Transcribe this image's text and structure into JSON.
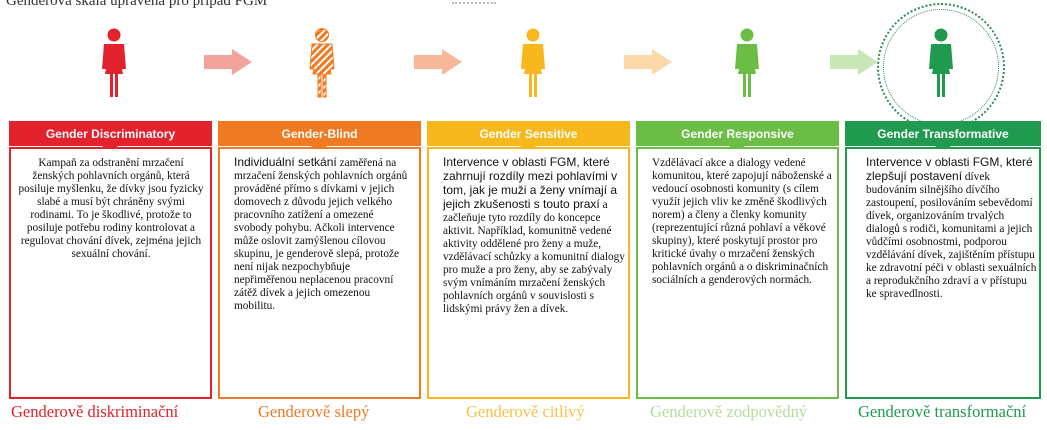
{
  "title": "Genderová škála upravená pro případ FGM",
  "colors": {
    "discriminatory": "#e2222c",
    "blind": "#f07a22",
    "sensitive": "#f6b81c",
    "responsive": "#6cbd45",
    "transformative": "#1f9a4f",
    "arrow": "#f3b0a6"
  },
  "stages": [
    {
      "header": "Gender Discriminatory",
      "lead": "",
      "body": "Kampaň za odstranění mrzačení ženských pohlavních orgánů, která posiluje myšlenku, že dívky jsou fyzicky slabé a musí být chráněny svými rodinami. To je škodlivé, protože to posiluje potřebu rodiny kontrolovat a regulovat chování dívek, zejména jejich sexuální chování.",
      "caption": "Genderově diskriminační"
    },
    {
      "header": "Gender-Blind",
      "lead": "Individuální setkání",
      "body": "zaměřená na mrzačení ženských pohlavních orgánů prováděné přímo s dívkami v jejich domovech z důvodu jejich velkého pracovního zatížení a omezené svobody pohybu. Ačkoli intervence může oslovit zamýšlenou cílovou skupinu, je genderově slepá, protože není nijak nezpochybňuje nepřiměřenou neplacenou pracovní zátěž dívek a jejich omezenou mobilitu.",
      "caption": "Genderově slepý"
    },
    {
      "header": "Gender Sensitive",
      "lead": "Intervence v oblasti FGM, které zahrnují rozdíly mezi pohlavími v tom, jak je muži a ženy vnímají a jejich zkušenosti s touto praxí",
      "body": "a začleňuje tyto rozdíly do koncepce aktivit. Například, komunitně vedené aktivity oddělené pro ženy a muže, vzdělávací schůzky a komunitní dialogy pro muže a pro ženy, aby se zabývaly svým vnímáním mrzačení ženských pohlavních orgánů v souvislosti s lidskými právy žen a dívek.",
      "caption": "Genderově citlivý"
    },
    {
      "header": "Gender Responsive",
      "lead": "",
      "body": "Vzdělávací akce a dialogy vedené komunitou, které zapojují náboženské a vedoucí osobnosti komunity (s cílem využít jejich vliv ke změně škodlivých norem) a členy a členky komunity (reprezentující různá pohlaví a věkové skupiny), které poskytují prostor pro kritické úvahy o mrzačení ženských pohlavních orgánů a o diskriminačních sociálních a genderových normách.",
      "caption": "Genderově zodpovědný"
    },
    {
      "header": "Gender Transformative",
      "lead": "Intervence v oblasti FGM, které zlepšují postavení",
      "body": "dívek budováním silnějšího dívčího zastoupení, posilováním sebevědomí dívek, organizováním trvalých dialogů s rodiči, komunitami a jejich vůdčími osobnostmi, podporou vzdělávání dívek, zajištěním přístupu ke zdravotní péči v oblasti sexuálních a reprodukčního zdraví a v přístupu ke spravedlnosti.",
      "caption": "Genderově transformační"
    }
  ]
}
